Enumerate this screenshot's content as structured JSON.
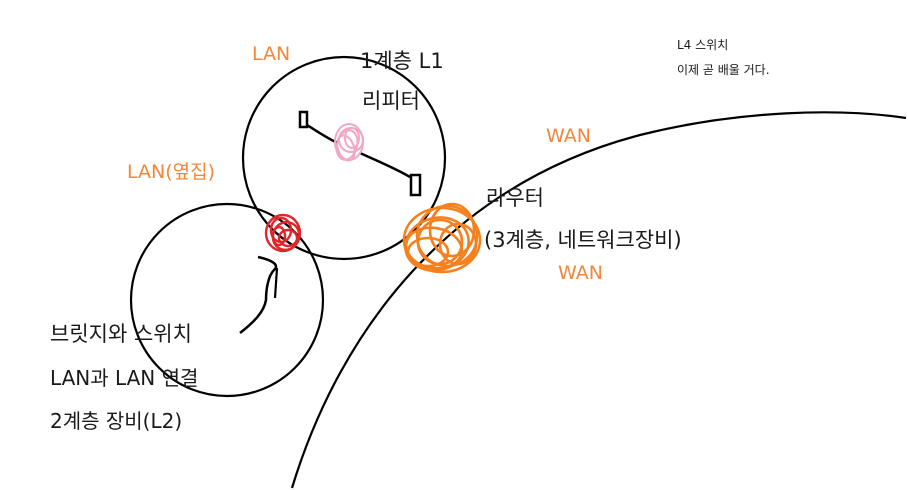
{
  "labels": {
    "lan_top": "LAN",
    "lan_side": "LAN(옆집)",
    "wan_upper": "WAN",
    "wan_lower": "WAN",
    "repeater_layer": "1계층 L1",
    "repeater_name": "리피터",
    "router_name": "라우터",
    "router_desc": "(3계층, 네트워크장비)",
    "bridge_name": "브릿지와 스위치",
    "bridge_desc": "LAN과 LAN 연결",
    "bridge_layer": "2계층 장비(L2)",
    "note_title": "L4 스위치",
    "note_body": "이제 곧 배울 거다."
  },
  "colors": {
    "ink": "#000000",
    "accent_orange": "#f0873a",
    "repeater_pink": "#f2a7c6",
    "bridge_red": "#e0252b",
    "router_orange": "#f5801f"
  }
}
